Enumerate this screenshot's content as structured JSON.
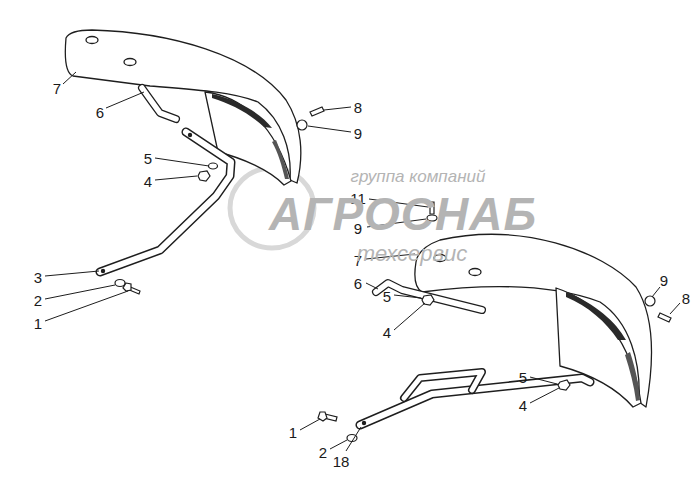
{
  "diagram": {
    "labels": [
      "7",
      "6",
      "8",
      "9",
      "5",
      "4",
      "3",
      "2",
      "1",
      "11",
      "9",
      "7",
      "6",
      "5",
      "4",
      "9",
      "8",
      "5",
      "4",
      "1",
      "2",
      "18",
      "группа компаний",
      "АГРОСНАБ",
      "техсервис"
    ]
  }
}
